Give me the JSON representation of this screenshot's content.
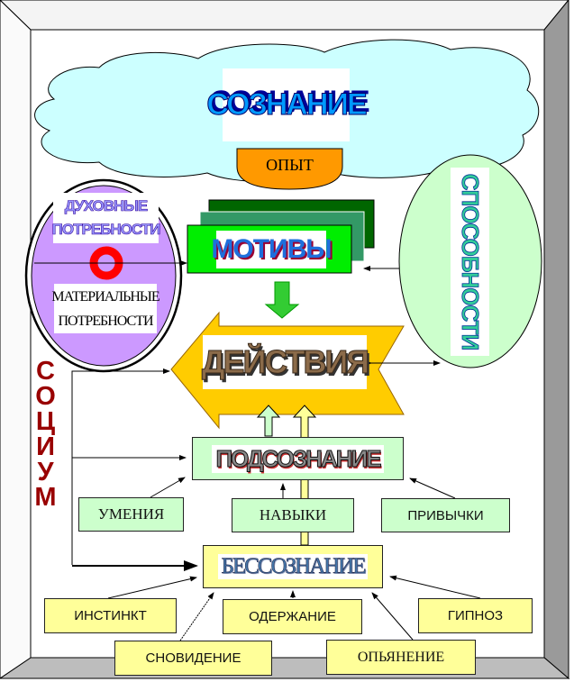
{
  "consciousness": "СОЗНАНИЕ",
  "experience": "ОПЫТ",
  "spiritual_needs": [
    "ДУХОВНЫЕ",
    "ПОТРЕБНОСТИ"
  ],
  "material_needs": [
    "МАТЕРИАЛЬНЫЕ",
    "ПОТРЕБНОСТИ"
  ],
  "motives": "МОТИВЫ",
  "abilities": "СПОСОБНОСТИ",
  "actions": "ДЕЙСТВИЯ",
  "society": "СОЦИУМ",
  "subconscious": "ПОДСОЗНАНИЕ",
  "skills": [
    "УМЕНИЯ",
    "НАВЫКИ",
    "ПРИВЫЧКИ"
  ],
  "unconscious": "БЕССОЗНАНИЕ",
  "unconscious_factors": [
    "ИНСТИНКТ",
    "ОДЕРЖАНИЕ",
    "ГИПНОЗ",
    "СНОВИДЕНИЕ",
    "ОПЬЯНЕНИЕ"
  ],
  "colors": {
    "cloud": "#ccffff",
    "motives": "#00ee00",
    "actions_arrow": "#ffcc00",
    "society": "#990000",
    "experience": "#ff9900"
  }
}
